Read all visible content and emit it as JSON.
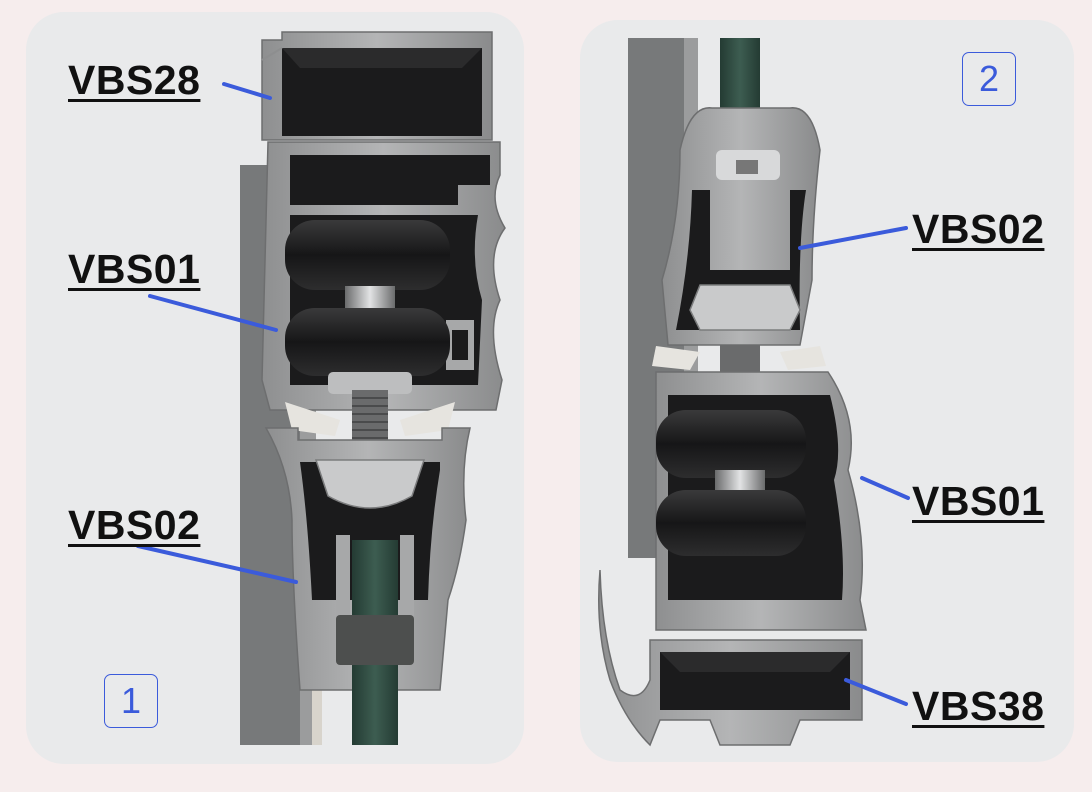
{
  "figure_1": {
    "number": "1",
    "labels": {
      "top_rail": "VBS28",
      "middle_profile": "VBS01",
      "bottom_profile": "VBS02"
    }
  },
  "figure_2": {
    "number": "2",
    "labels": {
      "top_profile": "VBS02",
      "middle_profile": "VBS01",
      "bottom_rail": "VBS38"
    }
  },
  "colors": {
    "leader_line": "#3b5bdb",
    "number_box": "#3b5bdb",
    "aluminium": "#a7a8a9",
    "cavity": "#1b1b1c",
    "glass": "#2f4b41",
    "panel_background": "#e9eaeb"
  }
}
